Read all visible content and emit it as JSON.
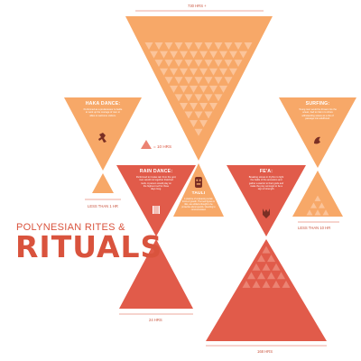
{
  "title": {
    "line1": "POLYNESIAN RITES &",
    "line2": "RITUALS"
  },
  "legend": {
    "unit": "= 10 HRS"
  },
  "colors": {
    "light_orange": "#f7a868",
    "deep_red": "#e15b4a",
    "pattern": "#fbc49a",
    "pattern_red": "#eb8373",
    "text_red": "#d9533d"
  },
  "rituals": {
    "haka": {
      "title": "HAKA DANCE:",
      "description": [
        "Performed as a predecessor to battle",
        "to work up the courage of men or",
        "allies to welcome visitors."
      ],
      "duration_label": "LESS THAN 1 HR",
      "icon": "haka-dancer-icon"
    },
    "surfing": {
      "title": "SURFING:",
      "description": [
        "Young men would be thrown into the",
        "ocean, had to ride in to shore",
        "withstanding waves as a rite of",
        "passage into adulthood."
      ],
      "duration_label": "LESS THAN 10 HR",
      "icon": "wave-icon"
    },
    "rain_dance": {
      "title": "RAIN DANCE:",
      "description": [
        "Performed to invoke rain from the god,",
        "men would cut together thatched",
        "roofs. A person would play on",
        "the highest roof for three",
        "days long."
      ],
      "duration_label": "24 HRS",
      "icon": "drum-icon"
    },
    "tiki": {
      "title": "TAULI",
      "description": [
        "A practice of unpleasing certain",
        "forms of growth. The best figures in",
        "tikis, are artifacts thought to be",
        "protective about guards, intending to",
        "commemorated."
      ],
      "duration_label": "730 HRS +",
      "icon": "tiki-icon"
    },
    "fe_a": {
      "title": "FE'A:",
      "description": [
        "Breaking stones in rhythm to fight",
        "the battle of the ancestors and",
        "gather a warrior to their gods and",
        "make the prey amongst to be a",
        "sign of strength."
      ],
      "duration_label": "168 HRS",
      "icon": "mask-icon"
    }
  }
}
